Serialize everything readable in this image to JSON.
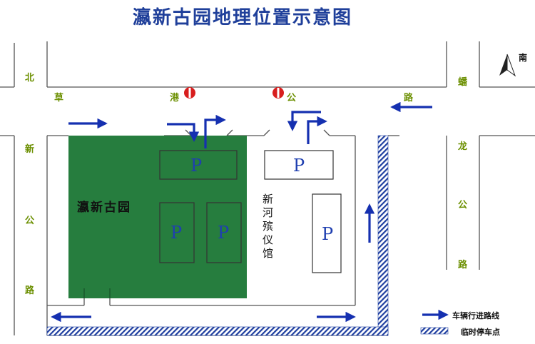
{
  "title": "瀛新古园地理位置示意图",
  "compass": {
    "label": "南"
  },
  "roads": {
    "top_road": [
      "草",
      "港",
      "公",
      "路"
    ],
    "left_road": [
      "北",
      "新",
      "公",
      "路"
    ],
    "right_road": [
      "蟠",
      "龙",
      "公",
      "路"
    ]
  },
  "places": {
    "park": "瀛新古园",
    "funeral_home": "新河殡仪馆"
  },
  "parking": {
    "symbol": "P",
    "lots": 5
  },
  "legend": {
    "route": "车辆行进路线",
    "temp_parking": "临时停车点"
  },
  "colors": {
    "park_green": "#267d3e",
    "arrow_blue": "#1530b0",
    "road_text": "#6b8f00",
    "title_blue": "#1f3f9a",
    "stop_red": "#d81e1e"
  }
}
